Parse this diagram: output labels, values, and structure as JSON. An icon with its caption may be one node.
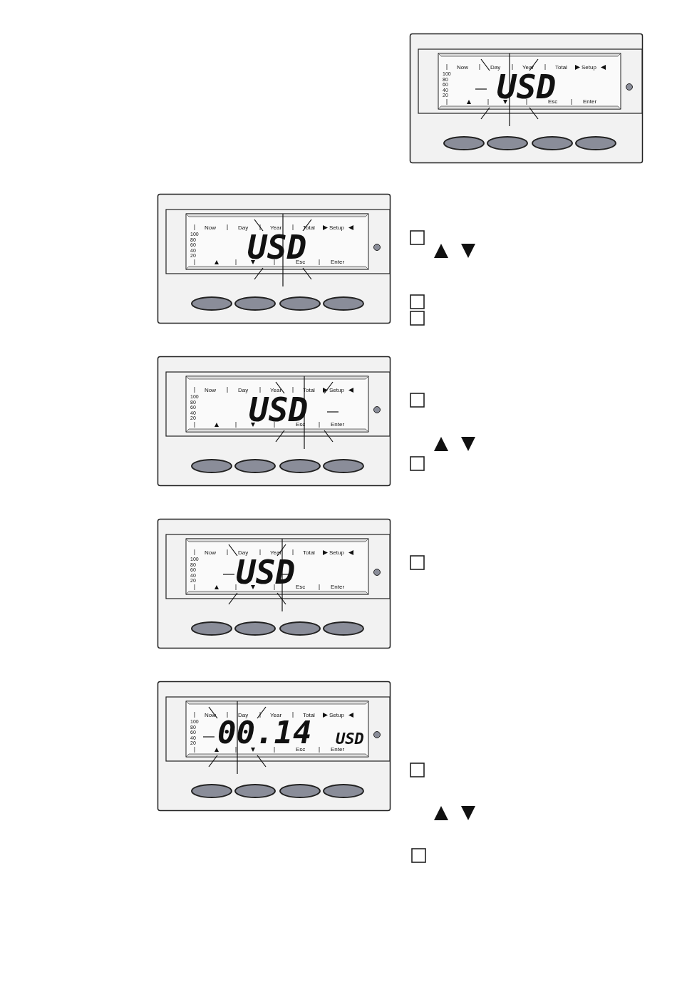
{
  "diagram": {
    "labels": [
      "Now",
      "Day",
      "Year",
      "Total",
      "Setup",
      "100",
      "80",
      "60",
      "40",
      "20",
      "USD",
      "Esc",
      "Enter",
      "Now",
      "Day",
      "Year",
      "Total",
      "Setup",
      "100",
      "80",
      "60",
      "40",
      "20",
      "USD",
      "Esc",
      "Enter",
      "Now",
      "Day",
      "Year",
      "Total",
      "Setup",
      "100",
      "80",
      "60",
      "40",
      "20",
      "USD",
      "Esc",
      "Enter",
      "Now",
      "Day",
      "Year",
      "Total",
      "Setup",
      "100",
      "80",
      "60",
      "40",
      "20",
      "USD",
      "Esc",
      "Enter",
      "Now",
      "Day",
      "Year",
      "Total",
      "Setup",
      "100",
      "80",
      "60",
      "40",
      "20",
      "00.14",
      "USD",
      "Esc",
      "Enter"
    ]
  }
}
